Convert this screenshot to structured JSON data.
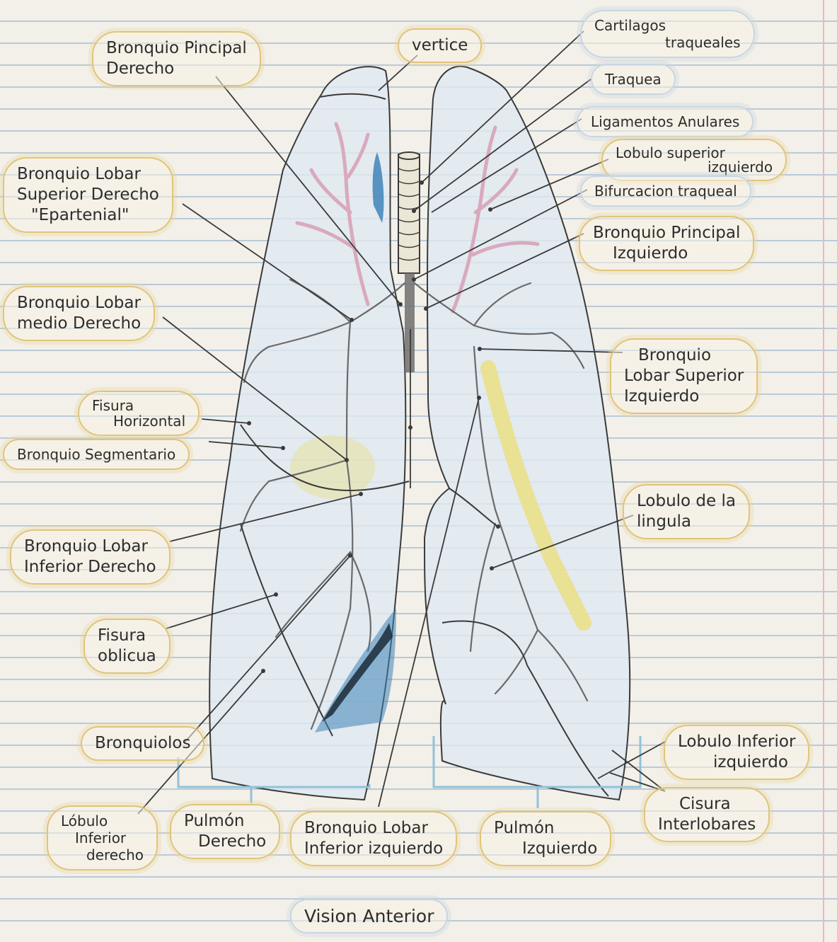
{
  "labels": {
    "bronquio_principal_derecho": [
      "Bronquio Pincipal",
      "Derecho"
    ],
    "vertice": [
      "vertice"
    ],
    "cartilagos_traqueales": [
      "Cartilagos",
      "traqueales"
    ],
    "traquea": [
      "Traquea"
    ],
    "ligamentos_anulares": [
      "Ligamentos Anulares"
    ],
    "lobulo_superior_izquierdo": [
      "Lobulo superior",
      "izquierdo"
    ],
    "bifurcacion_traqueal": [
      "Bifurcacion traqueal"
    ],
    "bronquio_principal_izquierdo": [
      "Bronquio Principal",
      "Izquierdo"
    ],
    "bronquio_lobar_superior_derecho": [
      "Bronquio Lobar",
      "Superior Derecho",
      "\"Epartenial\""
    ],
    "bronquio_lobar_medio_derecho": [
      "Bronquio Lobar",
      "medio Derecho"
    ],
    "bronquio_lobar_superior_izquierdo": [
      "Bronquio",
      "Lobar Superior",
      "Izquierdo"
    ],
    "fisura_horizontal": [
      "Fisura",
      "Horizontal"
    ],
    "bronquio_segmentario": [
      "Bronquio Segmentario"
    ],
    "lobulo_de_la_lingula": [
      "Lobulo de la",
      "lingula"
    ],
    "bronquio_lobar_inferior_derecho": [
      "Bronquio Lobar",
      "Inferior Derecho"
    ],
    "fisura_oblicua": [
      "Fisura",
      "oblicua"
    ],
    "bronquiolos": [
      "Bronquiolos"
    ],
    "lobulo_inferior_izquierdo": [
      "Lobulo Inferior",
      "izquierdo"
    ],
    "cisura_interlobares": [
      "Cisura",
      "Interlobares"
    ],
    "lobulo_inferior_derecho": [
      "Lóbulo",
      "Inferior",
      "derecho"
    ],
    "pulmon_derecho": [
      "Pulmón",
      "Derecho"
    ],
    "bronquio_lobar_inferior_izquierdo": [
      "Bronquio Lobar",
      "Inferior izquierdo"
    ],
    "pulmon_izquierdo": [
      "Pulmón",
      "Izquierdo"
    ]
  },
  "title": "Vision Anterior",
  "colors": {
    "paper": "#f3f0e9",
    "ruled_line": "#b9cad8",
    "margin": "#e5b8c3",
    "pencil": "#3a3a3a",
    "lung_fill": "#dfe9f1",
    "bronchi_pink": "#d9a9bd",
    "bronchi_yellow": "#e9e08a",
    "shading_blue": "#3f84b8",
    "label_outline": "#e0c47a",
    "bracket_blue": "#8fc2d9"
  }
}
